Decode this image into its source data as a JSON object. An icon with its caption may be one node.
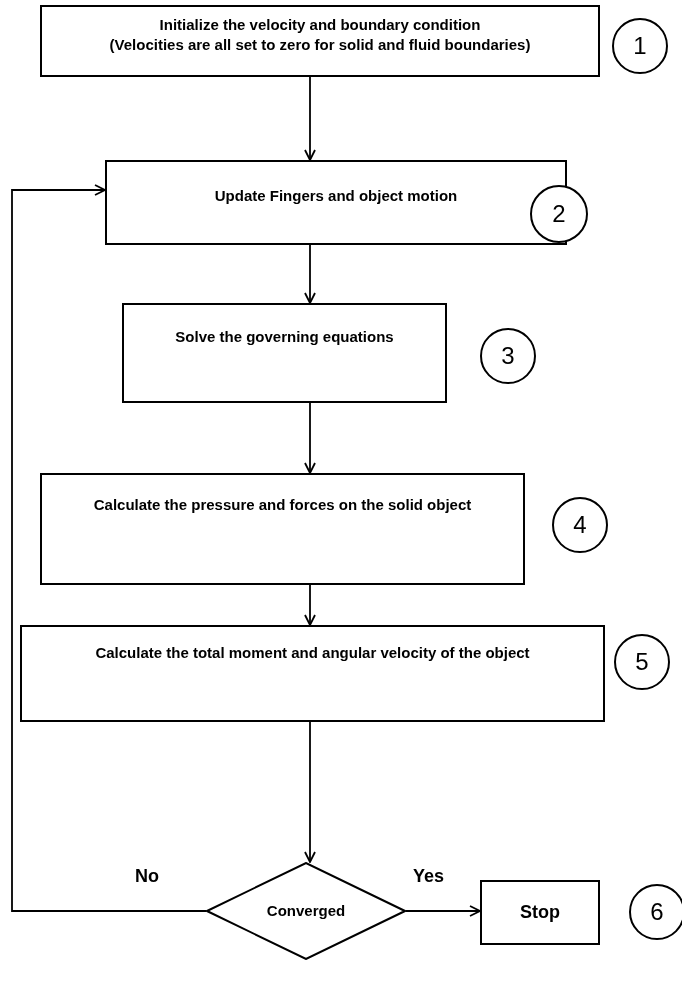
{
  "diagram": {
    "nodes": [
      {
        "text": [
          "Initialize the velocity and boundary condition",
          "(Velocities are all set to zero for solid and fluid boundaries)"
        ]
      },
      {
        "text": [
          "1"
        ]
      },
      {
        "text": [
          "Update Fingers and object  motion"
        ]
      },
      {
        "text": [
          "2"
        ]
      },
      {
        "text": [
          "Solve the governing equations"
        ]
      },
      {
        "text": [
          "3"
        ]
      },
      {
        "text": [
          "Calculate the pressure and forces on the solid object"
        ]
      },
      {
        "text": [
          "4"
        ]
      },
      {
        "text": [
          "Calculate the total moment and angular velocity of the object"
        ]
      },
      {
        "text": [
          "5"
        ]
      },
      {
        "text": [
          "Converged"
        ]
      },
      {
        "text": [
          "Stop"
        ]
      },
      {
        "text": [
          "6"
        ]
      }
    ],
    "edges": [
      {
        "from": 0,
        "to": 2,
        "arrow": "to"
      },
      {
        "from": 2,
        "to": 4,
        "arrow": "to"
      },
      {
        "from": 4,
        "to": 6,
        "arrow": "to"
      },
      {
        "from": 6,
        "to": 8,
        "arrow": "to"
      },
      {
        "from": 8,
        "to": 10,
        "arrow": "to"
      },
      {
        "from": 10,
        "to": 2,
        "arrow": "to",
        "label": "No"
      },
      {
        "from": 10,
        "to": 11,
        "arrow": "to",
        "label": "Yes"
      }
    ]
  }
}
